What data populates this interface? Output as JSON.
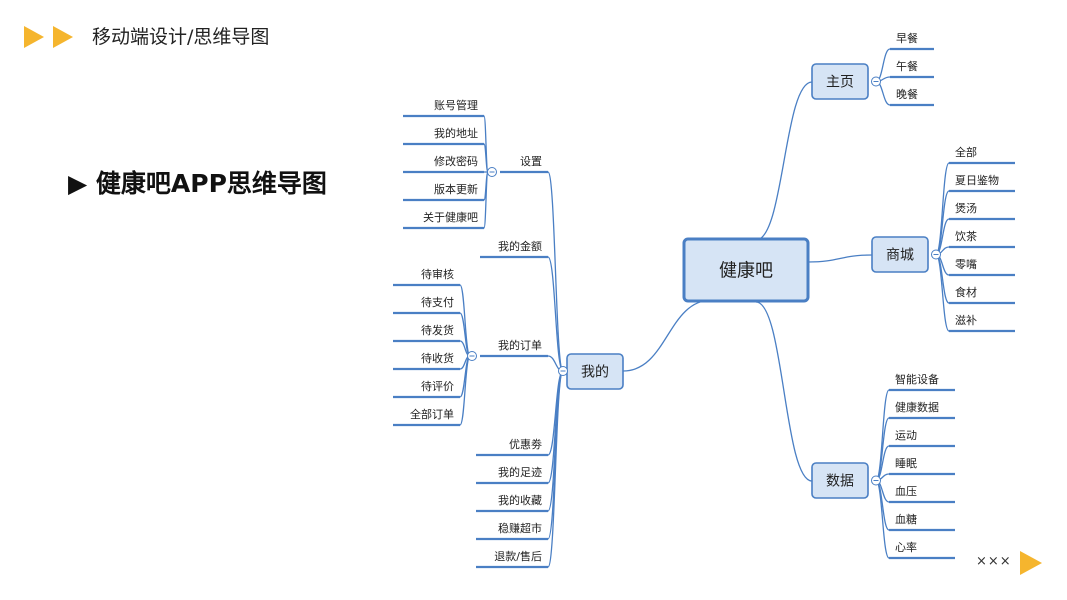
{
  "header": {
    "title": "移动端设计/思维导图"
  },
  "slide": {
    "title": "▶ 健康吧APP思维导图"
  },
  "corner": {
    "text": "×××"
  },
  "colors": {
    "line": "#4a7fc4",
    "node_fill": "#d6e4f5",
    "node_border": "#4a7fc4",
    "accent": "#f5b52e"
  },
  "mindmap": {
    "root": "健康吧",
    "branches": {
      "home": {
        "label": "主页",
        "children": [
          "早餐",
          "午餐",
          "晚餐"
        ]
      },
      "shop": {
        "label": "商城",
        "children": [
          "全部",
          "夏日鉴物",
          "煲汤",
          "饮茶",
          "零嘴",
          "食材",
          "滋补"
        ]
      },
      "data": {
        "label": "数据",
        "children": [
          "智能设备",
          "健康数据",
          "运动",
          "睡眠",
          "血压",
          "血糖",
          "心率"
        ]
      },
      "mine": {
        "label": "我的",
        "settings": {
          "label": "设置",
          "children": [
            "账号管理",
            "我的地址",
            "修改密码",
            "版本更新",
            "关于健康吧"
          ]
        },
        "balance": "我的金额",
        "orders": {
          "label": "我的订单",
          "children": [
            "待审核",
            "待支付",
            "待发货",
            "待收货",
            "待评价",
            "全部订单"
          ]
        },
        "others": [
          "优惠劵",
          "我的足迹",
          "我的收藏",
          "稳赚超市",
          "退款/售后"
        ]
      }
    }
  }
}
